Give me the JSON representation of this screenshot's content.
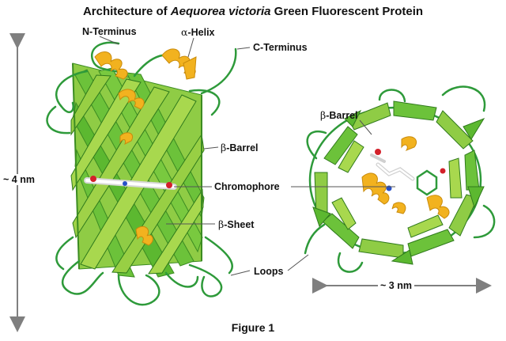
{
  "title": {
    "prefix": "Architecture of ",
    "species": "Aequorea victoria",
    "suffix": " Green Fluorescent Protein"
  },
  "labels": {
    "n_terminus": "N-Terminus",
    "alpha_symbol": "α",
    "helix": "-Helix",
    "c_terminus": "C-Terminus",
    "beta_symbol": "β",
    "barrel": "-Barrel",
    "chromophore": "Chromophore",
    "sheet": "-Sheet",
    "loops": "Loops",
    "height": "~ 4 nm",
    "width": "~ 3 nm"
  },
  "caption": "Figure 1",
  "colors": {
    "strand": "#6cc23a",
    "strand_light": "#a8d84e",
    "strand_dark": "#3c8c22",
    "loop": "#2e9a3a",
    "helix": "#f2b21f",
    "arrow": "#7f7f7f",
    "leader": "#555555"
  }
}
